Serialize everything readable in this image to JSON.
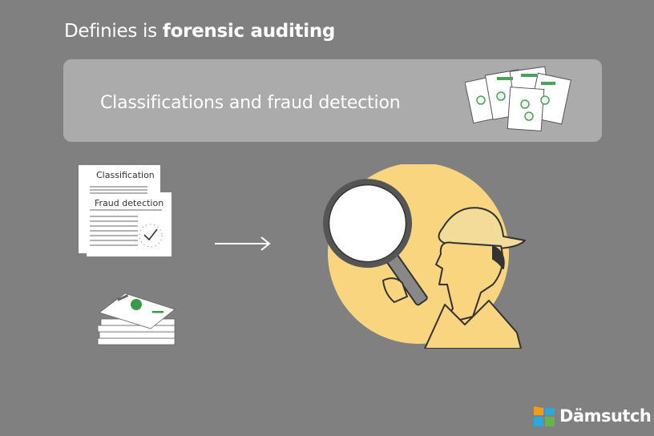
{
  "header": {
    "title_prefix": "Definies is ",
    "title_bold": "forensic auditing"
  },
  "banner": {
    "text": "Classifications and fraud detection"
  },
  "documents": {
    "classification_label": "Classification",
    "fraud_label": "Fraud detection"
  },
  "brand": {
    "name": "Dämsutch"
  },
  "colors": {
    "background": "#808080",
    "banner": "#ababab",
    "circle": "#f8d57e",
    "accent_green": "#3a9a4a"
  }
}
